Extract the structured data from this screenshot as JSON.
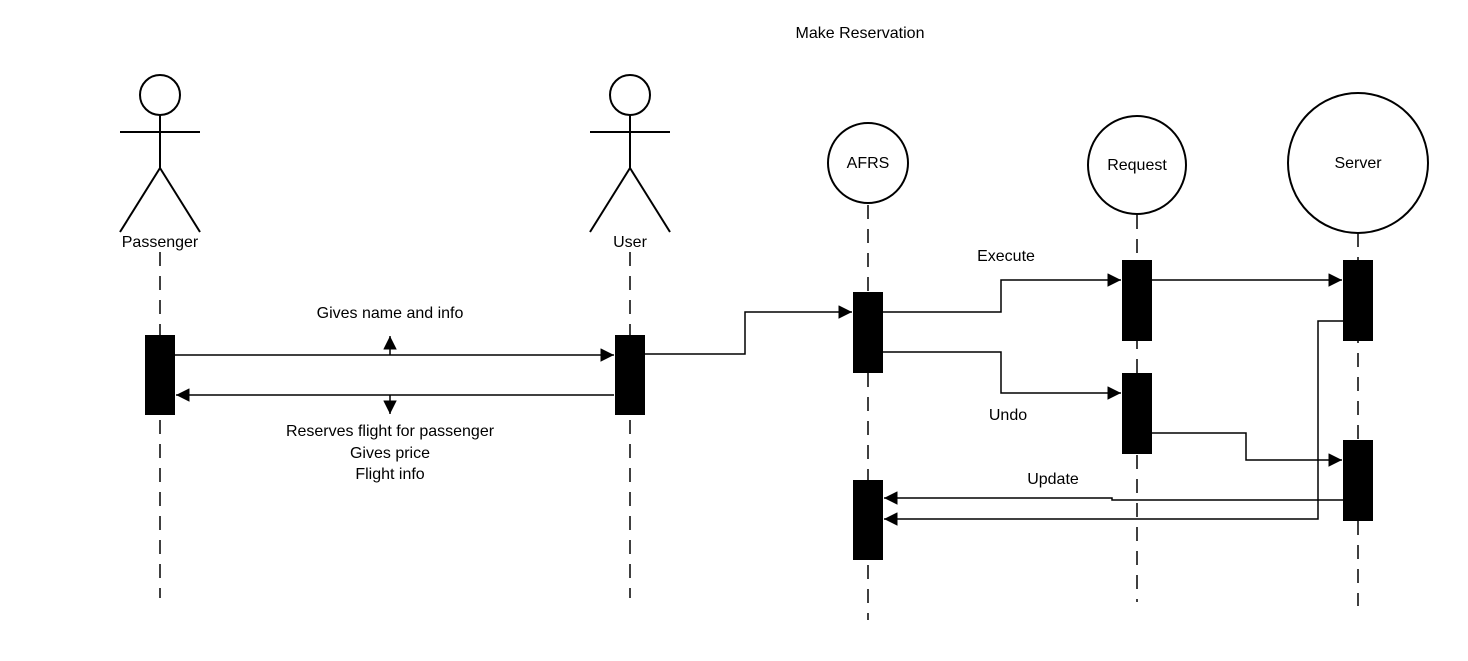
{
  "title": "Make Reservation",
  "actors": [
    {
      "id": "passenger",
      "label": "Passenger"
    },
    {
      "id": "user",
      "label": "User"
    }
  ],
  "objects": [
    {
      "id": "afrs",
      "label": "AFRS"
    },
    {
      "id": "request",
      "label": "Request"
    },
    {
      "id": "server",
      "label": "Server"
    }
  ],
  "messages": {
    "gives_name": "Gives name and info",
    "reserves_line1": "Reserves flight for passenger",
    "reserves_line2": "Gives price",
    "reserves_line3": "Flight info",
    "execute": "Execute",
    "undo": "Undo",
    "update": "Update"
  },
  "colors": {
    "line": "#000000",
    "background": "#ffffff"
  }
}
